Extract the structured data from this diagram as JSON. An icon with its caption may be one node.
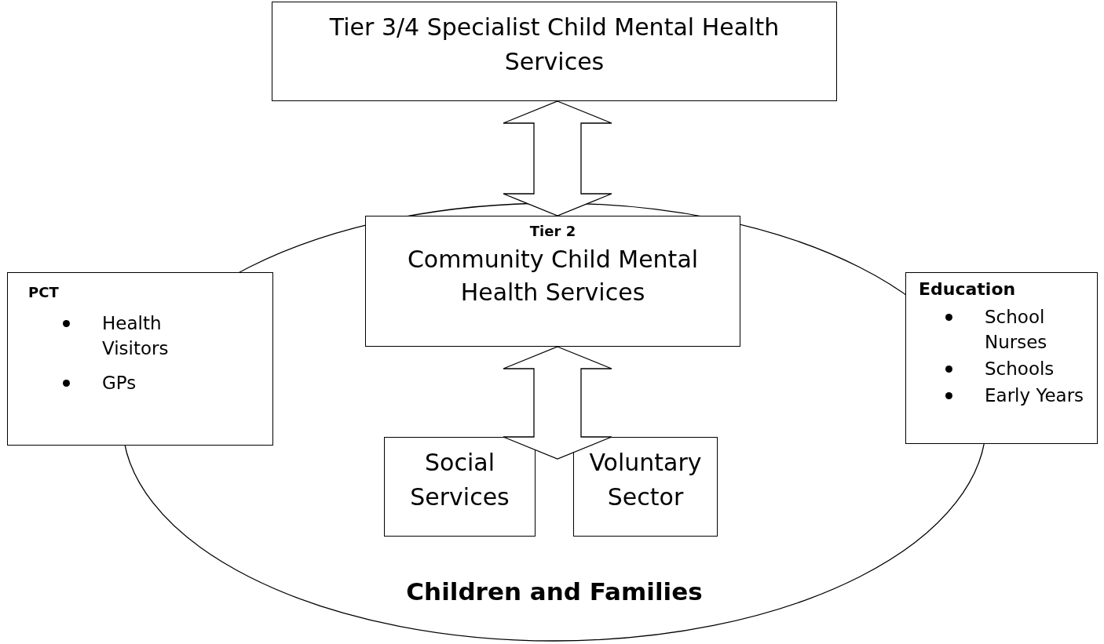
{
  "diagram": {
    "nodes": [
      {
        "text": [
          "Children and Families"
        ]
      },
      {
        "text": [
          "Tier 3/4 Specialist Child Mental Health Services"
        ]
      },
      {
        "text": [
          "Tier 2",
          "Community Child Mental Health Services"
        ],
        "in": 0
      },
      {
        "text": [
          "PCT",
          "Health Visitors",
          "GPs"
        ]
      },
      {
        "text": [
          "Education",
          "School Nurses",
          "Schools",
          "Early Years"
        ]
      },
      {
        "text": [
          "Social Services"
        ],
        "in": 0
      },
      {
        "text": [
          "Voluntary Sector"
        ],
        "in": 0
      }
    ],
    "edges": [
      {
        "from": 1,
        "to": 2,
        "arrow": "both"
      },
      {
        "from": 2,
        "to": 5,
        "arrow": "both"
      },
      {
        "from": 2,
        "to": 6,
        "arrow": "both"
      }
    ]
  }
}
